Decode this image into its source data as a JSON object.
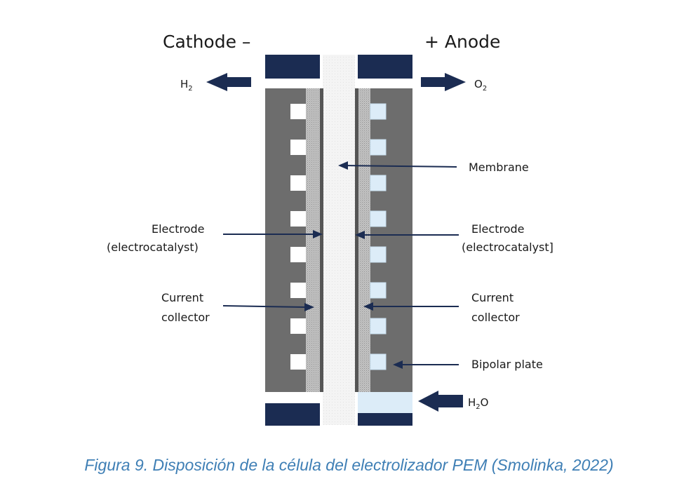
{
  "labels": {
    "cathode": "Cathode –",
    "anode": "+ Anode",
    "h2_base": "H",
    "h2_sub": "2",
    "o2_base": "O",
    "o2_sub": "2",
    "membrane": "Membrane",
    "electrode_left_1": "Electrode",
    "electrode_left_2": "(electrocatalyst)",
    "electrode_right_1": "Electrode",
    "electrode_right_2": "(electrocatalyst]",
    "collector_left_1": "Current",
    "collector_left_2": "collector",
    "collector_right_1": "Current",
    "collector_right_2": "collector",
    "bipolar_plate": "Bipolar plate",
    "h2o_base_1": "H",
    "h2o_sub": "2",
    "h2o_base_2": "O"
  },
  "caption": "Figura 9. Disposición de la célula del electrolizador PEM (Smolinka, 2022)",
  "colors": {
    "plate": "#6d6d6d",
    "end_block": "#1b2c52",
    "arrow": "#1b2c52",
    "collector": "#b7b7b7",
    "membrane": "#f3f3f3",
    "cathode_channel": "#ffffff",
    "anode_channel": "#dcecf8",
    "caption": "#3f7fb5"
  },
  "channels_per_plate": 8
}
